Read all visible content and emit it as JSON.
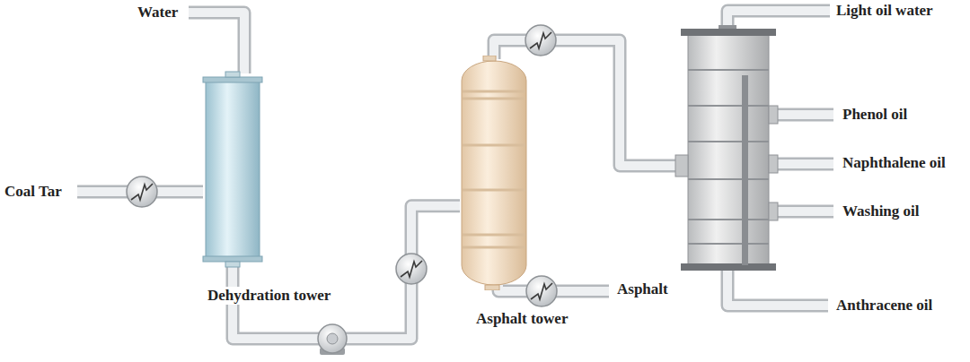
{
  "diagram": {
    "nodes": [
      {
        "text": [
          "Dehydration tower"
        ]
      },
      {
        "text": [
          "Asphalt tower"
        ]
      }
    ],
    "edges": [
      {
        "from": 0,
        "to": 1,
        "arrow": "none"
      }
    ],
    "labels": [
      "Water",
      "Coal Tar",
      "Light oil water",
      "Phenol oil",
      "Naphthalene oil",
      "Washing oil",
      "Asphalt",
      "Anthracene oil"
    ]
  }
}
